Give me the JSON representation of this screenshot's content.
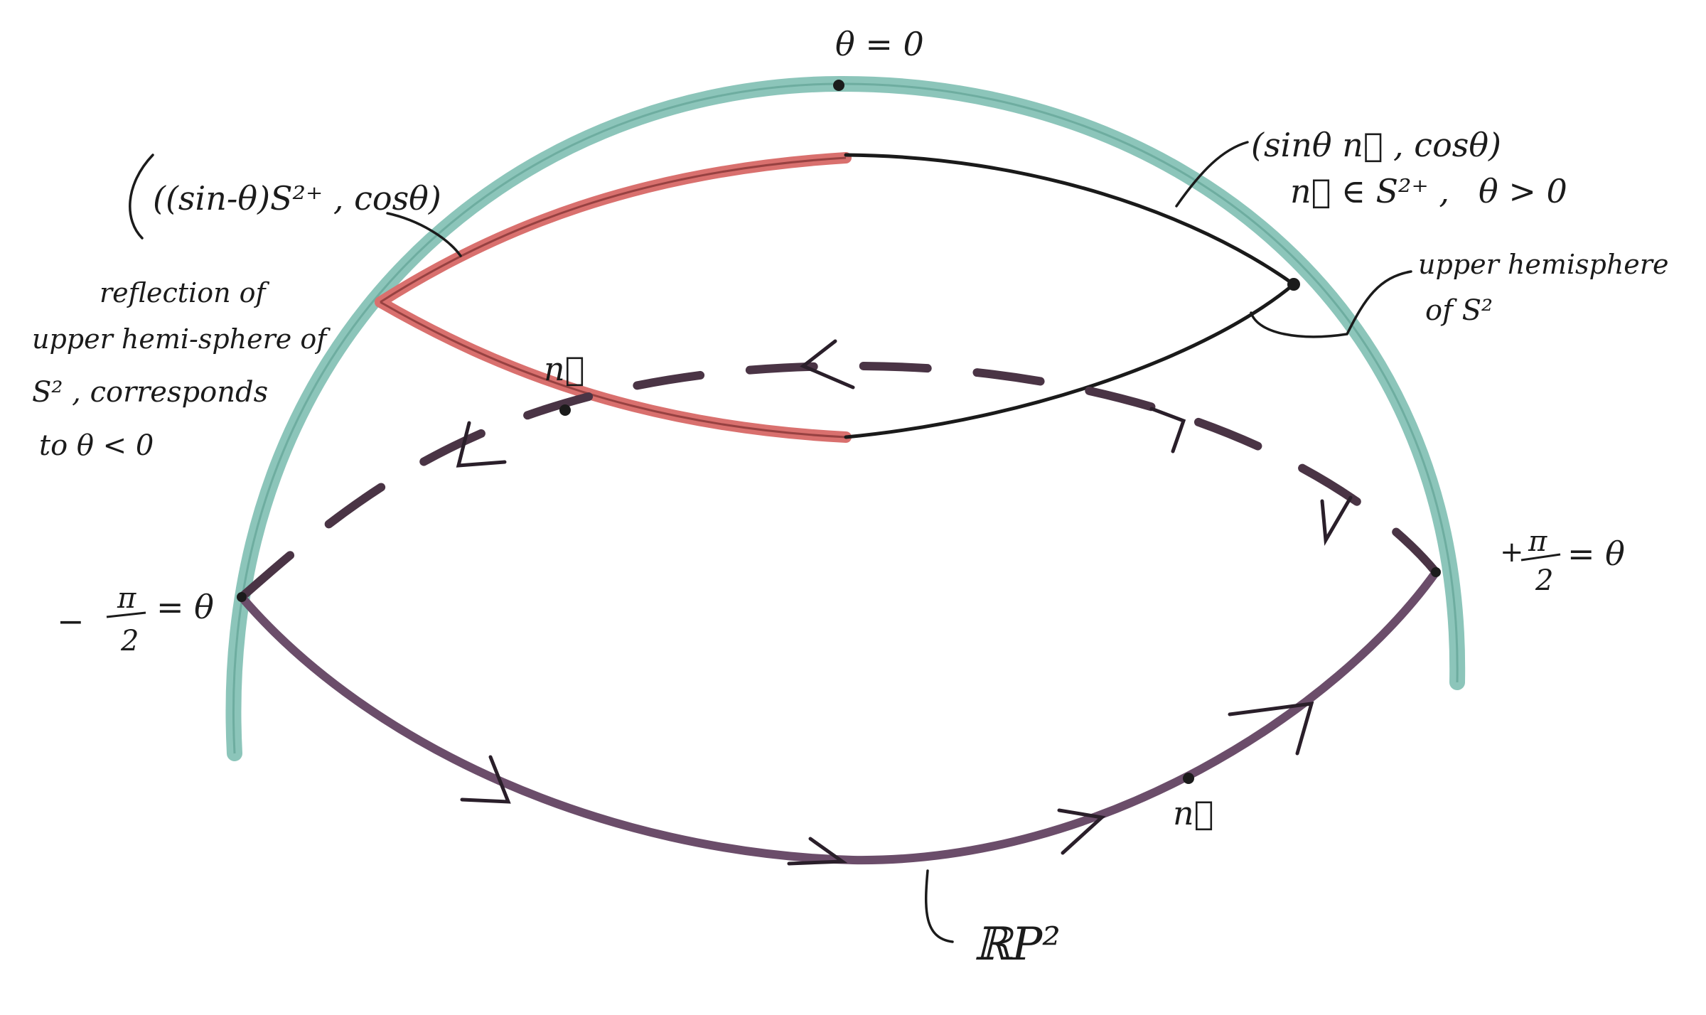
{
  "labels": {
    "top_theta": "θ = 0",
    "top_right_point": "(sinθ n⃗ , cosθ)",
    "top_right_cond_n": "n⃗ ∈ S²⁺ ,",
    "top_right_cond_theta": "θ > 0",
    "top_left_point": "((sin-θ)S²⁺ , cosθ)",
    "reflection_line1": "reflection of",
    "reflection_line2": "upper hemi-sphere of",
    "reflection_line3": "S² , corresponds",
    "reflection_line4": "to   θ < 0",
    "upper_hemi_line1": "upper hemisphere",
    "upper_hemi_line2": "of  S²",
    "n_vec_top": "n⃗",
    "n_vec_bottom": "n⃗",
    "left_angle_sign": "−",
    "left_angle_num": "π",
    "left_angle_den": "2",
    "left_angle_eq": "= θ",
    "right_angle_sign": "+",
    "right_angle_num": "π",
    "right_angle_den": "2",
    "right_angle_eq": "= θ",
    "rp2_label": "ℝP²"
  },
  "colors": {
    "outer_arc": "#7fbfb3",
    "red_curve": "#d9706e",
    "black_curve": "#1a1a1a",
    "purple_curve": "#6b4d6a",
    "dashed": "#4a3445",
    "ink": "#1b1b1b"
  }
}
